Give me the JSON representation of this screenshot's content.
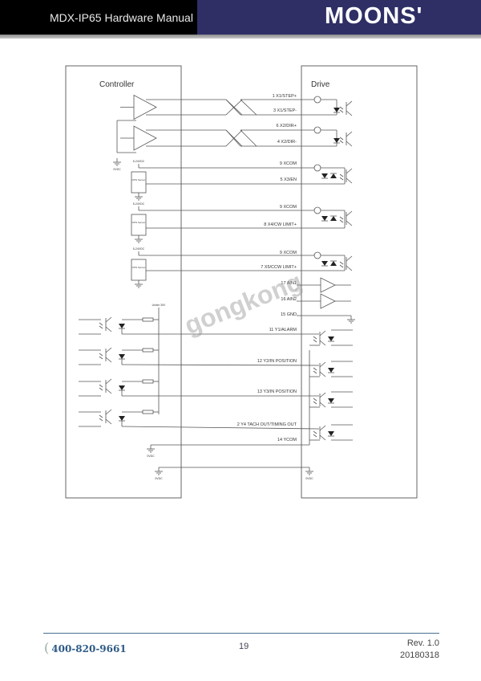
{
  "header": {
    "title": "MDX-IP65 Hardware Manual",
    "logo": "MOONS'"
  },
  "diagram": {
    "controller_label": "Controller",
    "drive_label": "Drive",
    "signals": [
      "1 X1/STEP+",
      "3 X1/STEP-",
      "6 X2/DIR+",
      "4 X2/DIR-",
      "9 XCOM",
      "5 X3/EN",
      "9 XCOM",
      "8 X4/CW LIMIT+",
      "9 XCOM",
      "7 X5/CCW LIMIT+",
      "17 AIN1",
      "16 AIN2",
      "15 GND",
      "11 Y1/ALARM",
      "12 Y2/IN POSITION",
      "13 Y3/IN POSITION",
      "2 Y4 TACH OUT/TIMING OUT",
      "14 YCOM"
    ],
    "supply_label": "5-24VDC",
    "sensor_label": "NPN Sensor",
    "ground_label": "0VDC",
    "output_supply_label": "Under 30V"
  },
  "watermark": "gongkong",
  "footer": {
    "phone": "400-820-9661",
    "page": "19",
    "rev": "Rev. 1.0",
    "date": "20180318"
  }
}
